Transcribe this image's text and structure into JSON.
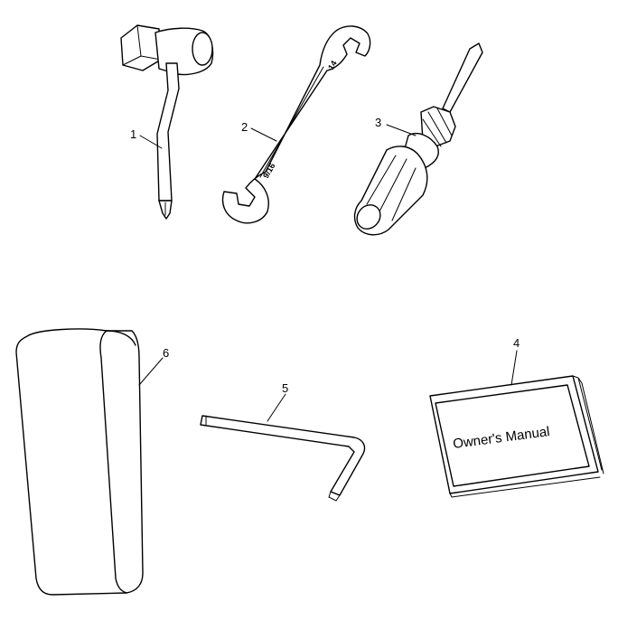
{
  "parts": [
    {
      "callout": "1",
      "icon": "spark-plug-wrench-icon"
    },
    {
      "callout": "2",
      "icon": "open-end-wrench-icon",
      "markings": [
        "14",
        "9/16"
      ]
    },
    {
      "callout": "3",
      "icon": "screwdriver-icon"
    },
    {
      "callout": "4",
      "icon": "owners-manual-icon",
      "title": "Owner's Manual"
    },
    {
      "callout": "5",
      "icon": "hex-key-icon"
    },
    {
      "callout": "6",
      "icon": "tool-pouch-icon"
    }
  ],
  "colors": {
    "line": "#000000",
    "background": "#ffffff"
  }
}
